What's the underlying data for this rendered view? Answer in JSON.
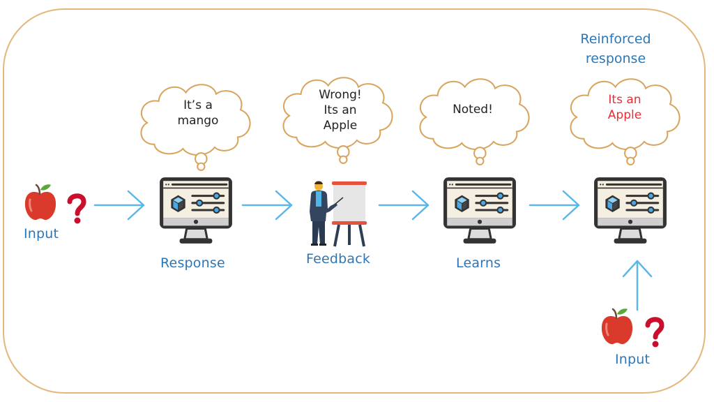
{
  "diagram": {
    "title": "Reinforcement learning feedback loop",
    "colors": {
      "frame": "#e3b77c",
      "label": "#2d76b5",
      "arrow": "#5bb6ea",
      "cloud_outline": "#d9a55e",
      "highlight_text": "#ee2b34",
      "question_mark": "#c8102e",
      "apple": "#d93a2b"
    },
    "inputs": [
      {
        "label": "Input",
        "icon": "apple-icon",
        "mark": "question-mark-icon"
      },
      {
        "label": "Input",
        "icon": "apple-icon",
        "mark": "question-mark-icon"
      }
    ],
    "stages": [
      {
        "label": "Response",
        "icon": "computer-monitor-icon",
        "thought": [
          "It’s a",
          "mango"
        ]
      },
      {
        "label": "Feedback",
        "icon": "presenter-whiteboard-icon",
        "thought": [
          "Wrong!",
          "Its an",
          "Apple"
        ]
      },
      {
        "label": "Learns",
        "icon": "computer-monitor-icon",
        "thought": [
          "Noted!"
        ]
      },
      {
        "label": "",
        "icon": "computer-monitor-icon",
        "thought": [
          "Its an",
          "Apple"
        ]
      }
    ],
    "reinforced": {
      "line1": "Reinforced",
      "line2": "response"
    }
  }
}
